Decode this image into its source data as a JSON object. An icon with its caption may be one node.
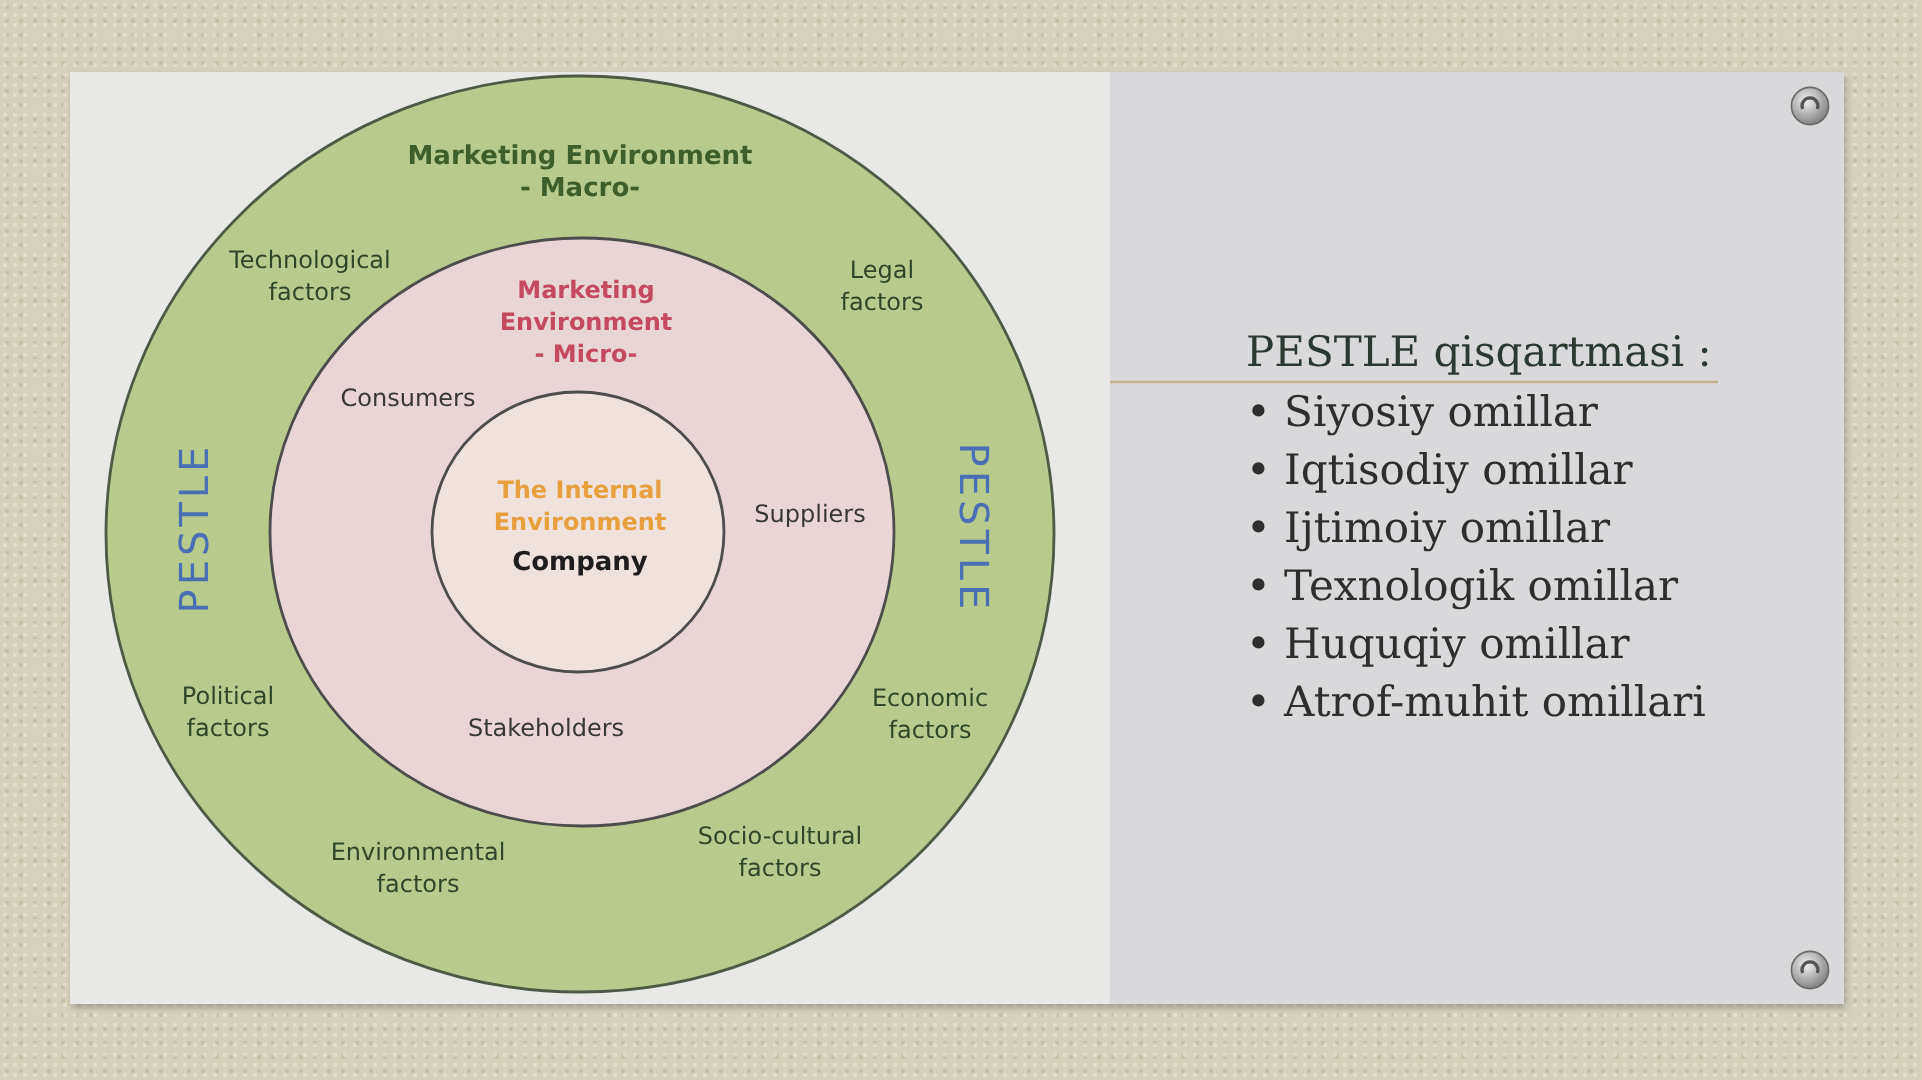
{
  "diagram": {
    "nodes": [
      {
        "text": [
          "Marketing Environment - Macro-",
          "Technological factors",
          "Legal factors",
          "PESTLE",
          "PESTLE",
          "Political factors",
          "Economic factors",
          "Environmental factors",
          "Socio-cultural factors"
        ]
      },
      {
        "text": [
          "Marketing Environment - Micro-",
          "Consumers",
          "Suppliers",
          "Stakeholders"
        ],
        "in": 0
      },
      {
        "text": [
          "The Internal Environment",
          "Company"
        ],
        "in": 1
      }
    ],
    "labels": [
      "PESTLE qisqartmasi :",
      "• Siyosiy omillar",
      "• Iqtisodiy omillar",
      "• Ijtimoiy omillar",
      "• Texnologik omillar",
      "• Huquqiy omillar",
      "• Atrof-muhit omillari"
    ]
  }
}
